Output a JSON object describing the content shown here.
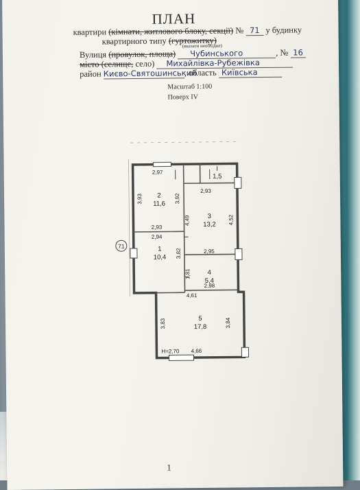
{
  "title": "ПЛАН",
  "line1": {
    "prefix": "квартири",
    "struck": "(кімнати, житлового блоку, секції)",
    "no_label": "№",
    "no_value": "71",
    "suffix": "у будинку"
  },
  "line2": {
    "prefix": "квартирного типу",
    "struck": "(гуртожитку)"
  },
  "note": "(вказати необхідне)",
  "street": {
    "label": "Вулиця",
    "struck": "(провулок, площа)",
    "value": "Чубинського",
    "no_label": ", №",
    "no_value": "16"
  },
  "city": {
    "label_struck": "місто (селище,",
    "label_rest": "село)",
    "value": "Михайлівка-Рубежівка"
  },
  "district": {
    "label": "район",
    "value": "Києво-Святошинський",
    "region_label": ", область",
    "region_value": "Київська"
  },
  "scale": "Масштаб 1:100",
  "floor": "Поверх IV",
  "plan": {
    "marker": "71",
    "height_label": "H=2,70",
    "rooms": [
      {
        "no": "1",
        "area": "10,4"
      },
      {
        "no": "2",
        "area": "11,6"
      },
      {
        "no": "3",
        "area": "13,2"
      },
      {
        "no": "4",
        "area": "5,4"
      },
      {
        "no": "5",
        "area": "17,8"
      },
      {
        "no": "I",
        "area": "1,5"
      }
    ],
    "dims": {
      "d297": "2,97",
      "d293a": "2,93",
      "d293b": "2,93",
      "d294": "2,94",
      "d295": "2,95",
      "d298": "2,98",
      "d461": "4,61",
      "d466": "4,66",
      "d393": "3,93",
      "d392": "3,92",
      "d449": "4,49",
      "d452": "4,52",
      "d382": "3,82",
      "d181": "1,81",
      "d383": "3,83",
      "d384": "3,84"
    }
  },
  "page_number": "1"
}
